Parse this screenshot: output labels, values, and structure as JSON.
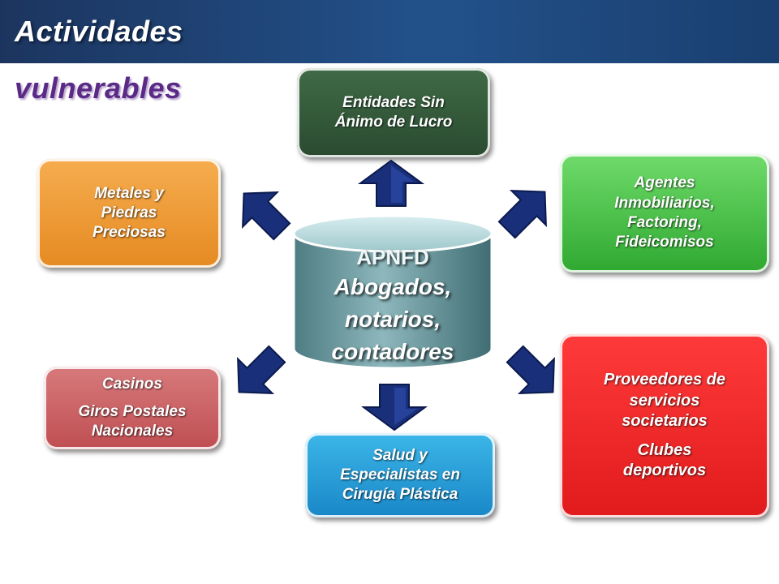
{
  "header": {
    "title_line1": "Actividades",
    "title_line2": "vulnerables"
  },
  "center": {
    "title": "APNFD",
    "lines": [
      "Abogados,",
      "notarios,",
      "contadores"
    ]
  },
  "boxes": {
    "entidades": [
      "Entidades Sin",
      "Ánimo de Lucro"
    ],
    "metales": [
      "Metales y",
      "Piedras",
      "Preciosas"
    ],
    "agentes": [
      "Agentes",
      "Inmobiliarios,",
      "Factoring,",
      "Fideicomisos"
    ],
    "casinos": [
      "Casinos",
      "Giros Postales",
      "Nacionales"
    ],
    "salud": [
      "Salud y",
      "Especialistas en",
      "Cirugía Plástica"
    ],
    "proveedores": [
      "Proveedores de",
      "servicios",
      "societarios",
      "Clubes",
      "deportivos"
    ]
  },
  "colors": {
    "header_bar": "#22518a",
    "entidades": "#2a4a30",
    "metales": "#e58a22",
    "agentes": "#2fa830",
    "casinos": "#bf4e52",
    "salud": "#1987c7",
    "proveedores": "#e11b1b",
    "arrow": "#1a2f7a",
    "cylinder": "#5e8f95"
  }
}
